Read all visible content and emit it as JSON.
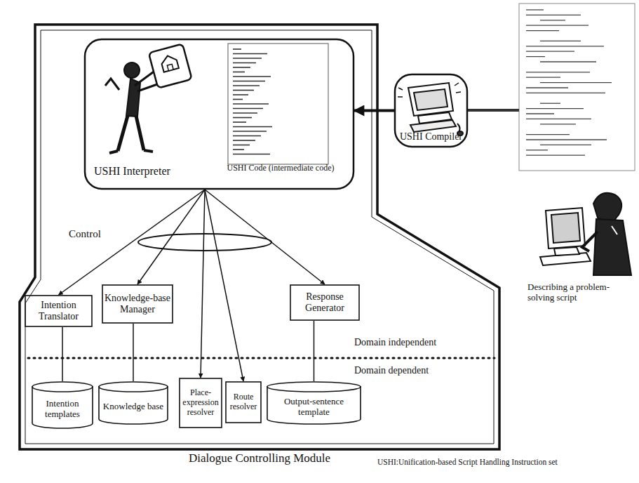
{
  "diagram": {
    "nodes": [
      {
        "text": [
          "Dialogue Controlling Module"
        ]
      },
      {
        "text": [
          "USHI Interpreter",
          "USHI Code (intermediate code)"
        ],
        "in": 0
      },
      {
        "text": [
          "USHI Compiler"
        ]
      },
      {
        "text": [
          "Intention Translator"
        ],
        "in": 0
      },
      {
        "text": [
          "Knowledge-base Manager"
        ],
        "in": 0
      },
      {
        "text": [
          "Response Generator"
        ],
        "in": 0
      },
      {
        "text": [
          "Intention templates"
        ],
        "in": 0
      },
      {
        "text": [
          "Knowledge base"
        ],
        "in": 0
      },
      {
        "text": [
          "Place-expression resolver"
        ],
        "in": 0
      },
      {
        "text": [
          "Route resolver"
        ],
        "in": 0
      },
      {
        "text": [
          "Output-sentence template"
        ],
        "in": 0
      }
    ],
    "edges": [
      {
        "from": 2,
        "to": 1,
        "arrow": "to"
      },
      {
        "from": 1,
        "to": 3,
        "arrow": "to"
      },
      {
        "from": 1,
        "to": 4,
        "arrow": "to"
      },
      {
        "from": 1,
        "to": 8,
        "arrow": "to"
      },
      {
        "from": 1,
        "to": 9,
        "arrow": "to"
      },
      {
        "from": 1,
        "to": 5,
        "arrow": "to"
      },
      {
        "from": 3,
        "to": 6,
        "arrow": "none"
      },
      {
        "from": 4,
        "to": 7,
        "arrow": "none"
      },
      {
        "from": 5,
        "to": 10,
        "arrow": "none"
      }
    ],
    "labels": [
      "Control",
      "Domain independent",
      "Domain dependent",
      "Describing a problem-solving script",
      "USHI:Unification-based Script Handling Instruction set"
    ]
  }
}
